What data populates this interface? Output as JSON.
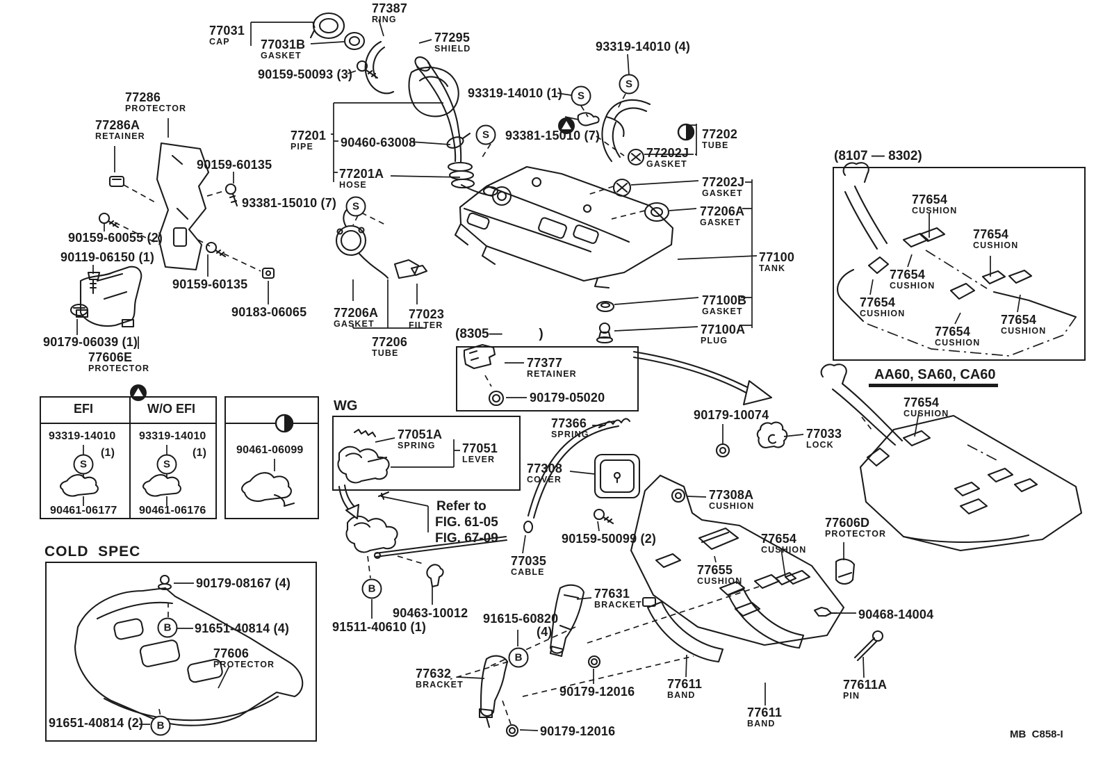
{
  "footer_code": "MB  C858-I",
  "headings": {
    "cold_spec": "COLD  SPEC",
    "wg": "WG",
    "aa60": "AA60, SA60, CA60",
    "range_8107": "(8107 — 8302)",
    "range_8305": "(8305—          )",
    "refer_title": "Refer to",
    "refer_fig1": "FIG. 61-05",
    "refer_fig2": "FIG. 67-09",
    "efi": "EFI",
    "wo_efi": "W/O EFI"
  },
  "symbols": {
    "s": "S",
    "b": "B"
  },
  "tables": {
    "efi_col1": {
      "bolt": "93319-14010",
      "qty": "(1)",
      "clamp": "90461-06177"
    },
    "efi_col2": {
      "bolt": "93319-14010",
      "qty": "(1)",
      "clamp": "90461-06176"
    },
    "shade_box": {
      "part": "90461-06099"
    }
  },
  "labels": [
    {
      "part": "77031",
      "name": "CAP"
    },
    {
      "part": "77031B",
      "name": "GASKET"
    },
    {
      "part": "77387",
      "name": "RING"
    },
    {
      "part": "77295",
      "name": "SHIELD"
    },
    {
      "part": "90159-50093 (3)",
      "name": ""
    },
    {
      "part": "93319-14010 (4)",
      "name": ""
    },
    {
      "part": "93319-14010 (1)",
      "name": ""
    },
    {
      "part": "93381-15010 (7)",
      "name": ""
    },
    {
      "part": "93381-15010 (7)",
      "name": ""
    },
    {
      "part": "77201",
      "name": "PIPE"
    },
    {
      "part": "90460-63008",
      "name": ""
    },
    {
      "part": "77201A",
      "name": "HOSE"
    },
    {
      "part": "77202",
      "name": "TUBE"
    },
    {
      "part": "77202J",
      "name": "GASKET"
    },
    {
      "part": "77202J",
      "name": "GASKET"
    },
    {
      "part": "77206A",
      "name": "GASKET"
    },
    {
      "part": "77100",
      "name": "TANK"
    },
    {
      "part": "77100B",
      "name": "GASKET"
    },
    {
      "part": "77100A",
      "name": "PLUG"
    },
    {
      "part": "77286",
      "name": "PROTECTOR"
    },
    {
      "part": "77286A",
      "name": "RETAINER"
    },
    {
      "part": "90159-60135",
      "name": ""
    },
    {
      "part": "90159-60055 (2)",
      "name": ""
    },
    {
      "part": "90119-06150 (1)",
      "name": ""
    },
    {
      "part": "90159-60135",
      "name": ""
    },
    {
      "part": "90183-06065",
      "name": ""
    },
    {
      "part": "90179-06039 (1)",
      "name": ""
    },
    {
      "part": "77606E",
      "name": "PROTECTOR"
    },
    {
      "part": "77206A",
      "name": "GASKET"
    },
    {
      "part": "77023",
      "name": "FILTER"
    },
    {
      "part": "77206",
      "name": "TUBE"
    },
    {
      "part": "77377",
      "name": "RETAINER"
    },
    {
      "part": "90179-05020",
      "name": ""
    },
    {
      "part": "77654",
      "name": "CUSHION"
    },
    {
      "part": "77654",
      "name": "CUSHION"
    },
    {
      "part": "77654",
      "name": "CUSHION"
    },
    {
      "part": "77654",
      "name": "CUSHION"
    },
    {
      "part": "77654",
      "name": "CUSHION"
    },
    {
      "part": "77654",
      "name": "CUSHION"
    },
    {
      "part": "77654",
      "name": "CUSHION"
    },
    {
      "part": "77366",
      "name": "SPRING"
    },
    {
      "part": "90179-10074",
      "name": ""
    },
    {
      "part": "77033",
      "name": "LOCK"
    },
    {
      "part": "77308",
      "name": "COVER"
    },
    {
      "part": "77308A",
      "name": "CUSHION"
    },
    {
      "part": "90159-50099 (2)",
      "name": ""
    },
    {
      "part": "77035",
      "name": "CABLE"
    },
    {
      "part": "77654",
      "name": "CUSHION"
    },
    {
      "part": "77655",
      "name": "CUSHION"
    },
    {
      "part": "77606D",
      "name": "PROTECTOR"
    },
    {
      "part": "77051A",
      "name": "SPRING"
    },
    {
      "part": "77051",
      "name": "LEVER"
    },
    {
      "part": "91511-40610 (1)",
      "name": ""
    },
    {
      "part": "90463-10012",
      "name": ""
    },
    {
      "part": "91615-60820",
      "name": "(4)"
    },
    {
      "part": "77631",
      "name": "BRACKET"
    },
    {
      "part": "77632",
      "name": "BRACKET"
    },
    {
      "part": "90179-12016",
      "name": ""
    },
    {
      "part": "90179-12016",
      "name": ""
    },
    {
      "part": "77611",
      "name": "BAND"
    },
    {
      "part": "77611",
      "name": "BAND"
    },
    {
      "part": "77611A",
      "name": "PIN"
    },
    {
      "part": "90468-14004",
      "name": ""
    },
    {
      "part": "90179-08167 (4)",
      "name": ""
    },
    {
      "part": "91651-40814 (4)",
      "name": ""
    },
    {
      "part": "77606",
      "name": "PROTECTOR"
    },
    {
      "part": "91651-40814 (2)",
      "name": ""
    }
  ]
}
